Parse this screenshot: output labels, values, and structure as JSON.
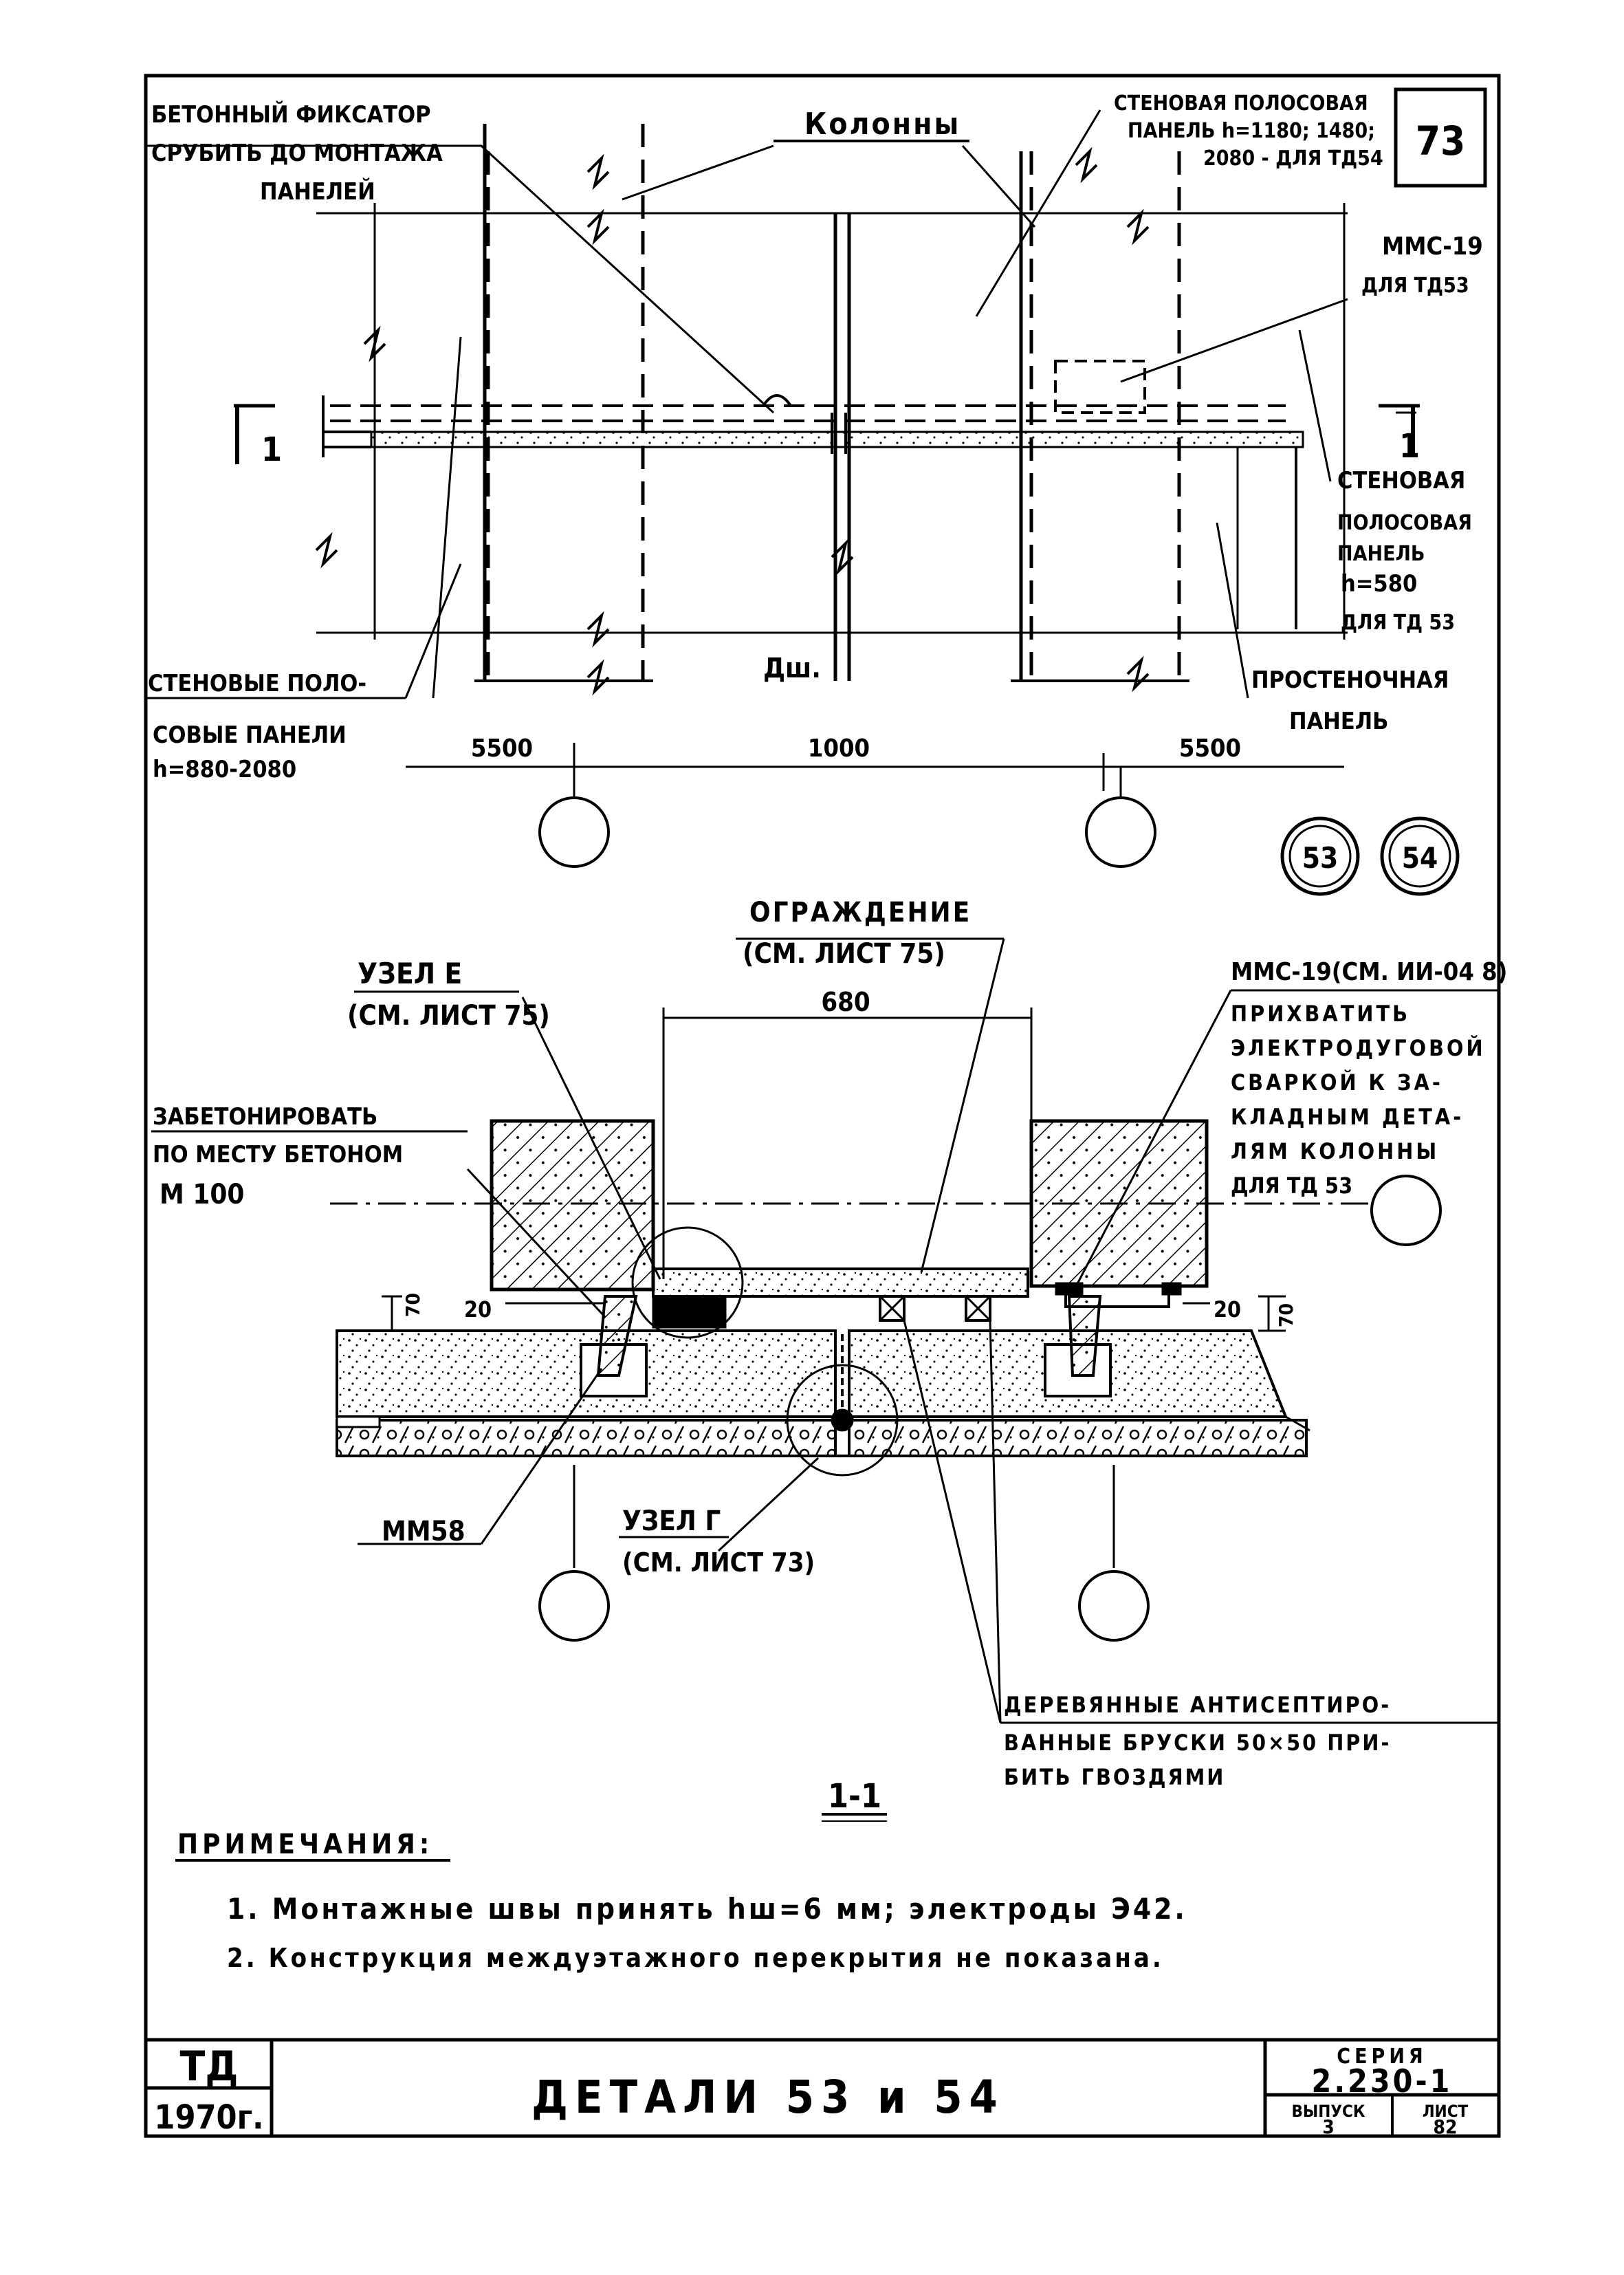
{
  "sheet": {
    "corner_number": "73",
    "series_label": "СЕРИЯ",
    "series_value": "2.230-1",
    "issue_label": "ВЫПУСК",
    "issue_value": "3",
    "sheet_label": "ЛИСТ",
    "sheet_value": "82",
    "org": "ТД",
    "year": "1970г.",
    "title": "ДЕТАЛИ 53 и 54"
  },
  "plan": {
    "label_concrete_fixator": [
      "БЕТОННЫЙ ФИКСАТОР",
      "СРУБИТЬ ДО МОНТАЖА",
      "ПАНЕЛЕЙ"
    ],
    "label_columns": "Колонны",
    "label_strip_panel_top": [
      "СТЕНОВАЯ ПОЛОСОВАЯ",
      "ПАНЕЛЬ h=1180; 1480;",
      "2080 - ДЛЯ ТД54"
    ],
    "label_mms19_top": [
      "ММС-19",
      "ДЛЯ ТД53"
    ],
    "label_section_mark": "1",
    "label_strip_panel_right": [
      "СТЕНОВАЯ",
      "ПОЛОСОВАЯ",
      "ПАНЕЛЬ",
      "h=580",
      "ДЛЯ ТД 53"
    ],
    "label_partition_panel": [
      "ПРОСТЕНОЧНАЯ",
      "ПАНЕЛЬ"
    ],
    "label_wall_panels": [
      "СТЕНОВЫЕ ПОЛО-",
      "СОВЫЕ ПАНЕЛИ",
      "h=880-2080"
    ],
    "label_dsh": "Дш.",
    "dim_left": "5500",
    "dim_mid": "1000",
    "dim_right": "5500",
    "marker_a": "53",
    "marker_b": "54"
  },
  "section": {
    "label_guard": [
      "ОГРАЖДЕНИЕ",
      "(СМ. ЛИСТ 75)"
    ],
    "label_node_e": [
      "УЗЕЛ Е",
      "(СМ. ЛИСТ 75)"
    ],
    "label_mms19": "ММС-19(СМ. ИИ-04 8)",
    "label_weld": [
      "ПРИХВАТИТЬ",
      "ЭЛЕКТРОДУГОВОЙ",
      "СВАРКОЙ К ЗА-",
      "КЛАДНЫМ ДЕТА-",
      "ЛЯМ КОЛОННЫ",
      "ДЛЯ ТД 53"
    ],
    "label_concrete_fill": [
      "ЗАБЕТОНИРОВАТЬ",
      "ПО МЕСТУ БЕТОНОМ",
      "М 100"
    ],
    "dim_680": "680",
    "dim_70_left": "70",
    "dim_20_left": "20",
    "dim_20_right": "20",
    "dim_70_right": "70",
    "label_mm58": "ММ58",
    "label_node_g": [
      "УЗЕЛ Г",
      "(СМ. ЛИСТ 73)"
    ],
    "label_wood": [
      "ДЕРЕВЯННЫЕ АНТИСЕПТИРО-",
      "ВАННЫЕ БРУСКИ 50×50 ПРИ-",
      "БИТЬ ГВОЗДЯМИ"
    ],
    "section_title": "1-1"
  },
  "notes": {
    "heading": "ПРИМЕЧАНИЯ:",
    "items": [
      "1. Монтажные швы принять hш=6 мм; электроды Э42.",
      "2. Конструкция междуэтажного перекрытия не показана."
    ]
  }
}
